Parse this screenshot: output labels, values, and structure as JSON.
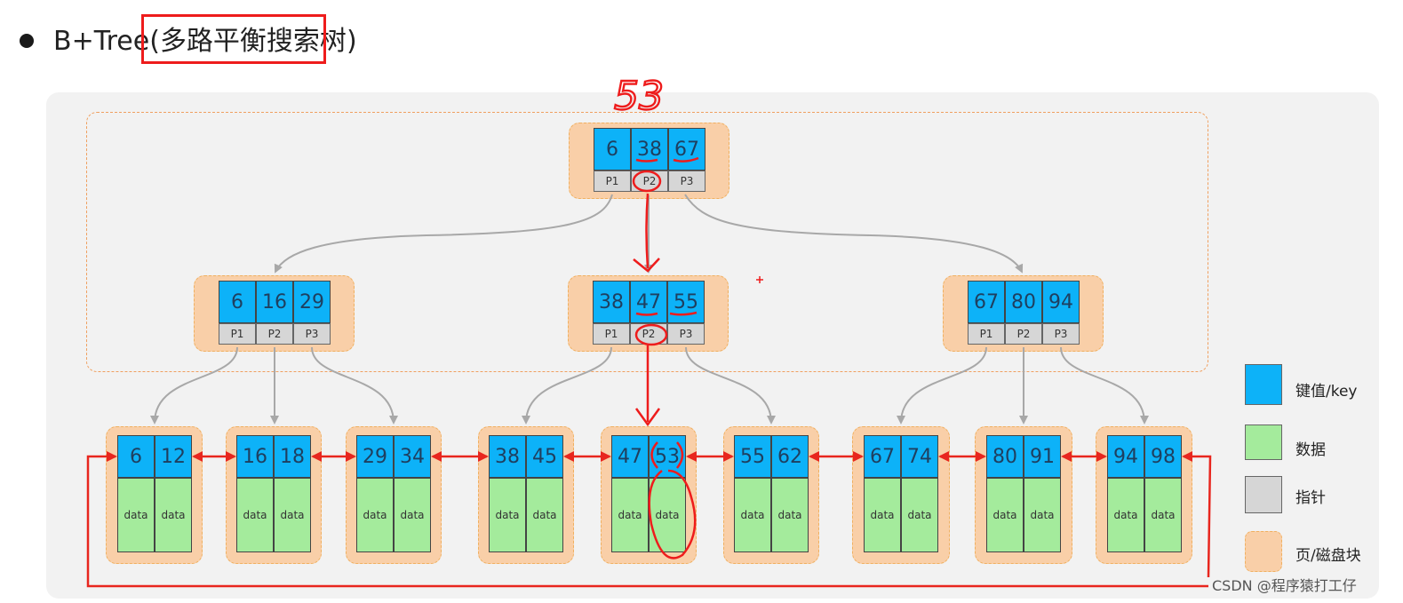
{
  "title": {
    "prefix": "B+Tree(",
    "highlight": "多路平衡搜索树",
    "suffix": ")"
  },
  "annotation": {
    "search_key": "53"
  },
  "tree": {
    "root": {
      "keys": [
        "6",
        "38",
        "67"
      ],
      "pointers": [
        "P1",
        "P2",
        "P3"
      ]
    },
    "internal": [
      {
        "keys": [
          "6",
          "16",
          "29"
        ],
        "pointers": [
          "P1",
          "P2",
          "P3"
        ]
      },
      {
        "keys": [
          "38",
          "47",
          "55"
        ],
        "pointers": [
          "P1",
          "P2",
          "P3"
        ]
      },
      {
        "keys": [
          "67",
          "80",
          "94"
        ],
        "pointers": [
          "P1",
          "P2",
          "P3"
        ]
      }
    ],
    "leaves": [
      {
        "keys": [
          "6",
          "12"
        ],
        "data": [
          "data",
          "data"
        ]
      },
      {
        "keys": [
          "16",
          "18"
        ],
        "data": [
          "data",
          "data"
        ]
      },
      {
        "keys": [
          "29",
          "34"
        ],
        "data": [
          "data",
          "data"
        ]
      },
      {
        "keys": [
          "38",
          "45"
        ],
        "data": [
          "data",
          "data"
        ]
      },
      {
        "keys": [
          "47",
          "53"
        ],
        "data": [
          "data",
          "data"
        ]
      },
      {
        "keys": [
          "55",
          "62"
        ],
        "data": [
          "data",
          "data"
        ]
      },
      {
        "keys": [
          "67",
          "74"
        ],
        "data": [
          "data",
          "data"
        ]
      },
      {
        "keys": [
          "80",
          "91"
        ],
        "data": [
          "data",
          "data"
        ]
      },
      {
        "keys": [
          "94",
          "98"
        ],
        "data": [
          "data",
          "data"
        ]
      }
    ]
  },
  "legend": [
    {
      "label": "键值/key",
      "color": "#0db2f8"
    },
    {
      "label": "数据",
      "color": "#a4eb9c"
    },
    {
      "label": "指针",
      "color": "#d6d6d6"
    },
    {
      "label": "页/磁盘块",
      "color": "#f9cfa8"
    }
  ],
  "colors": {
    "annotation": "#ee1c1c",
    "link": "#e8261e",
    "edge": "#a8a8a8"
  },
  "watermark": "CSDN @程序猿打工仔"
}
